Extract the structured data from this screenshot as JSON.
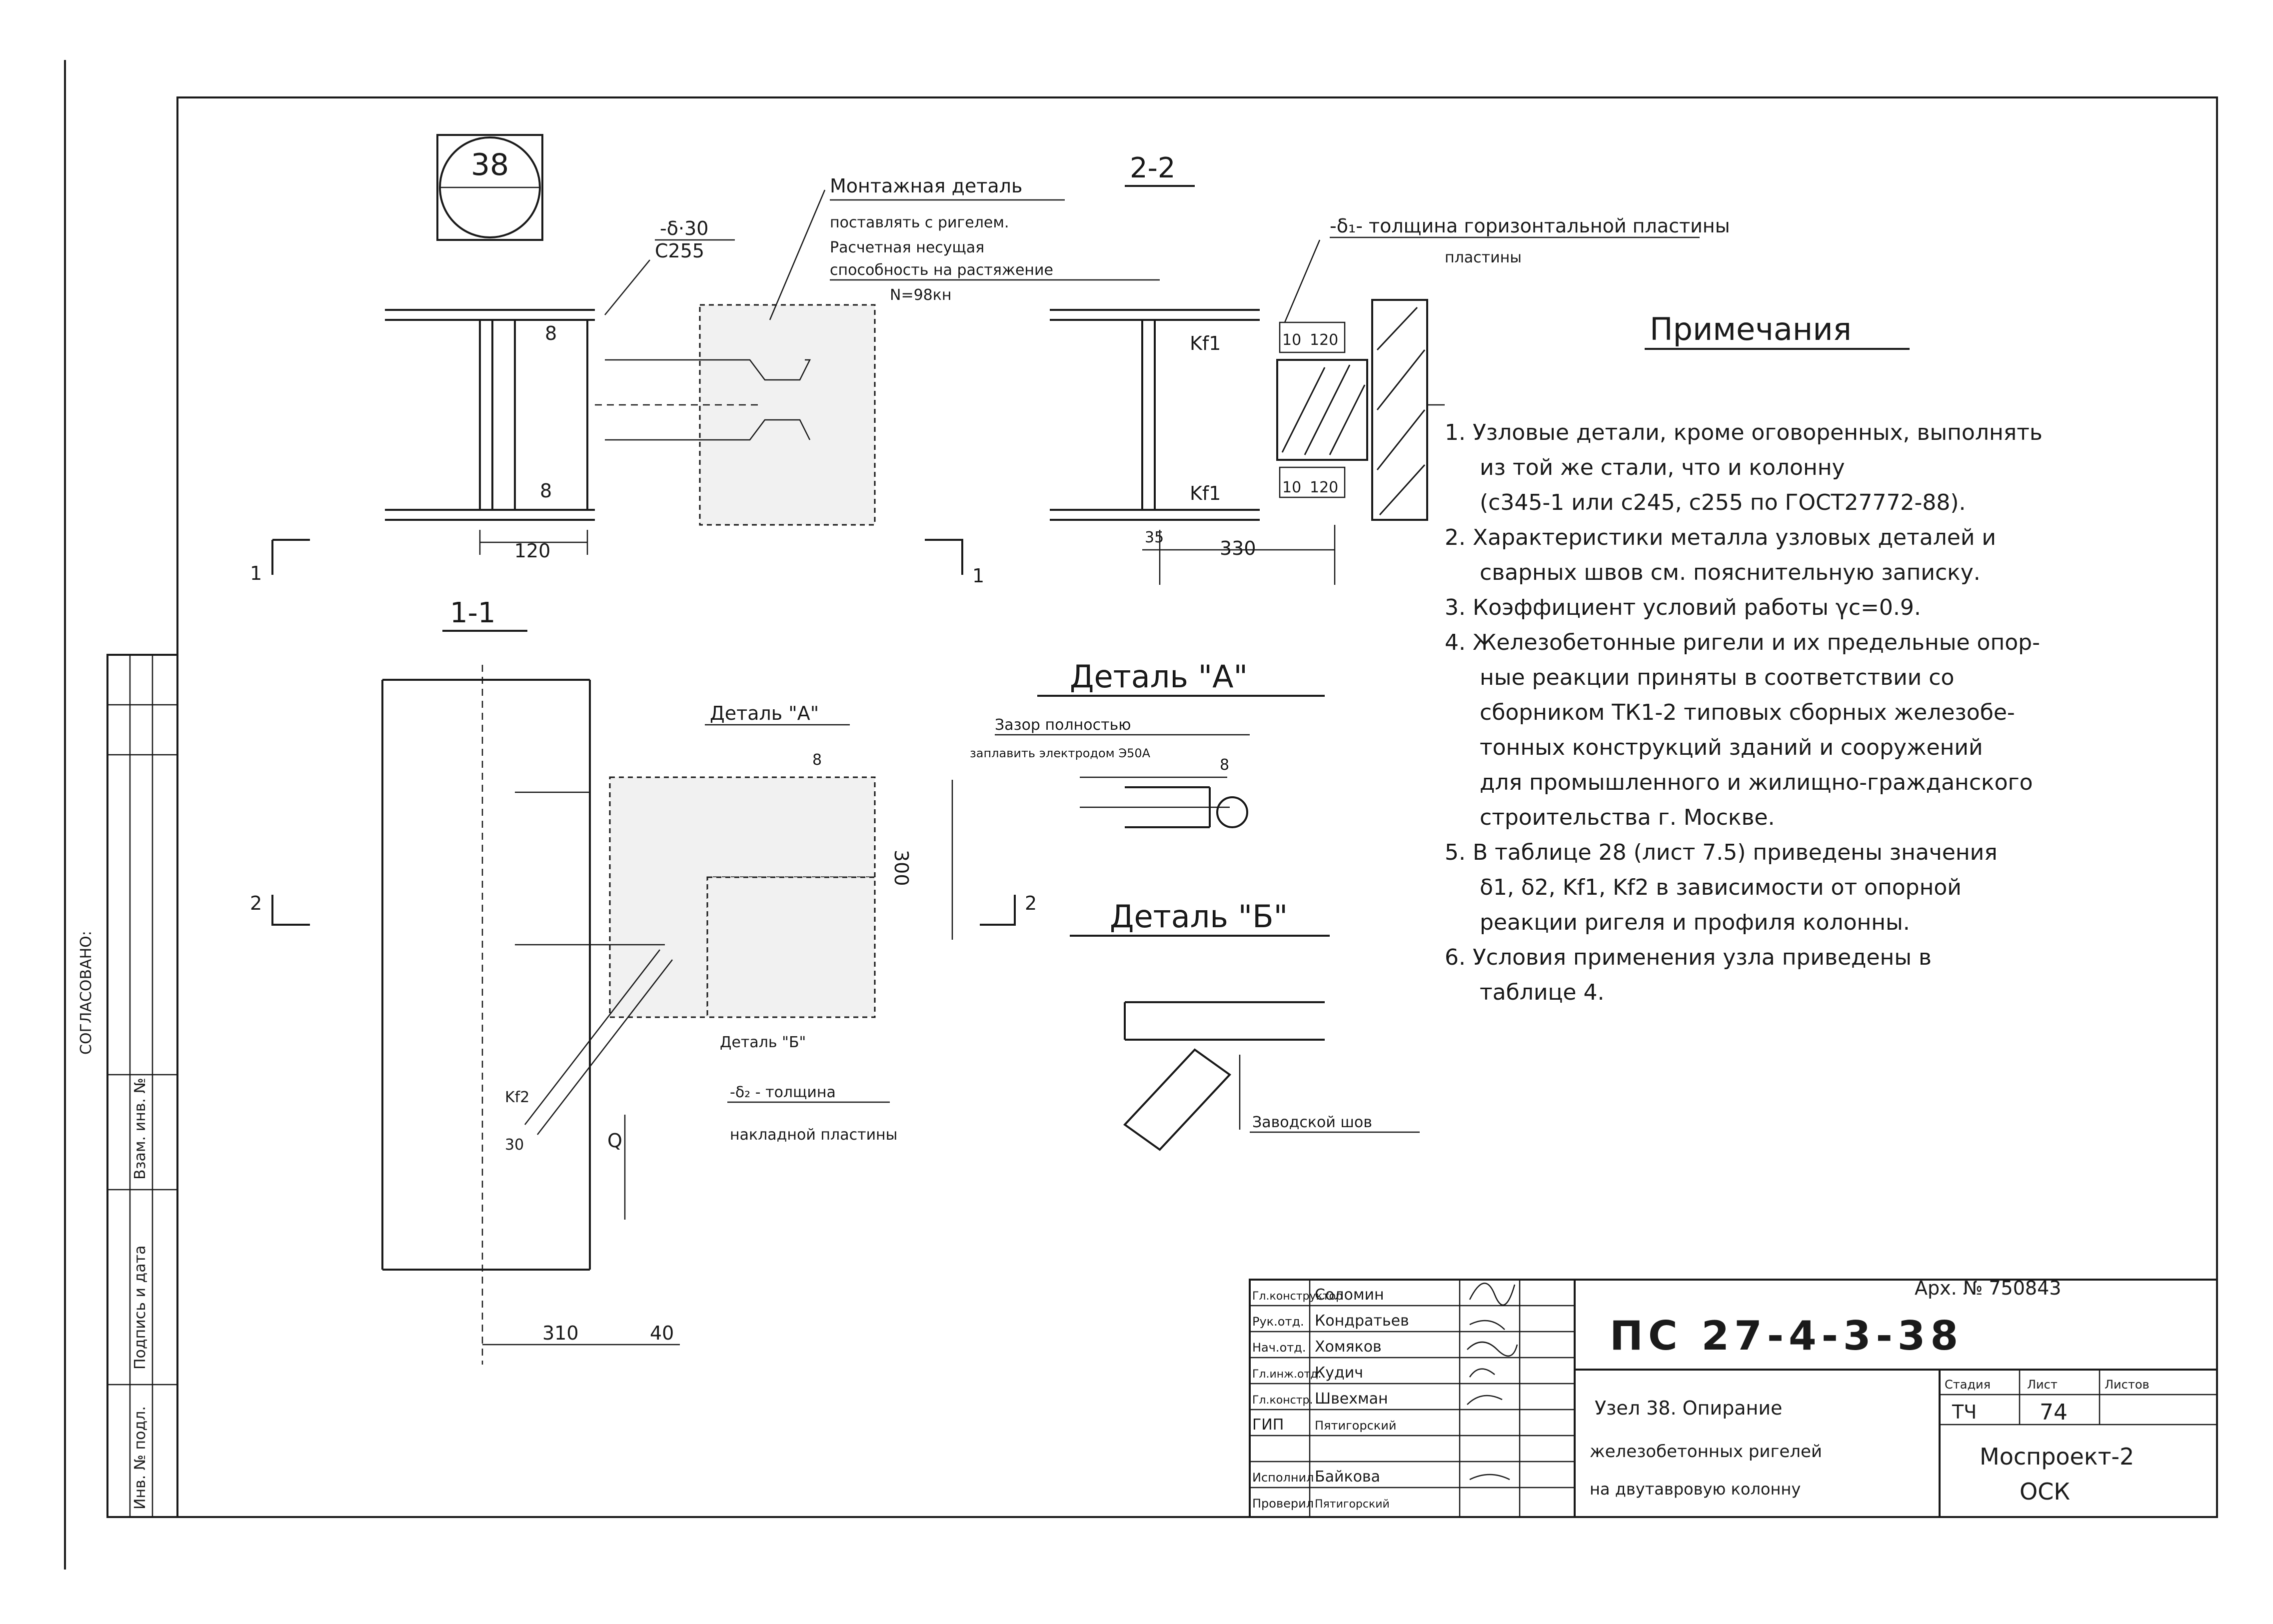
{
  "node_marker": "38",
  "section_2_2": {
    "title": "2-2",
    "plate_label": "-δ₁- толщина горизонтальной пластины",
    "plate_label_line2": "пластины",
    "k_top": "Kf1",
    "k_bottom": "Kf1",
    "dim_10_top": "10",
    "dim_120_top": "120",
    "dim_10_bottom": "10",
    "dim_120_bottom": "120",
    "dim_35": "35",
    "dim_330": "330"
  },
  "section_left": {
    "thickness_label": "-δ·30",
    "steel_label": "С255",
    "weld_top": "8",
    "weld_bottom": "8",
    "dim_120": "120",
    "mount_note_1": "Монтажная деталь",
    "mount_note_2": "поставлять с ригелем.",
    "mount_note_3": "Расчетная несущая",
    "mount_note_4": "способность на растяжение",
    "mount_note_5": "N=98кн"
  },
  "cut_marks": {
    "cut1_left": "1",
    "cut1_right": "1",
    "cut2_left": "2",
    "cut2_right": "2"
  },
  "section_1_1": {
    "title": "1-1",
    "detail_a_ref": "Деталь \"А\"",
    "detail_b_ref": "Деталь \"Б\"",
    "dim_8": "8",
    "dim_300": "300",
    "kf2": "Kf2",
    "dim_30": "30",
    "q_label": "Q",
    "dim_310": "310",
    "dim_40": "40",
    "plate2_label_1": "-δ₂ - толщина",
    "plate2_label_2": "накладной пластины"
  },
  "detail_a": {
    "title": "Деталь \"А\"",
    "gap_note_1": "Зазор полностью",
    "gap_note_2": "заплавить электродом Э50А",
    "dim_8": "8"
  },
  "detail_b": {
    "title": "Деталь \"Б\"",
    "weld_note": "Заводской шов"
  },
  "notes": {
    "title": "Примечания",
    "items": [
      "1. Узловые детали, кроме оговоренных, выполнять",
      "из той же стали, что и колонну",
      "(с345-1 или с245, с255 по ГОСТ27772-88).",
      "2. Характеристики металла узловых деталей и",
      "сварных швов см. пояснительную записку.",
      "3. Коэффициент условий работы γc=0.9.",
      "4. Железобетонные ригели и их предельные опор-",
      "ные реакции приняты в соответствии со",
      "сборником ТК1-2 типовых сборных железобе-",
      "тонных конструкций зданий и сооружений",
      "для промышленного и жилищно-гражданского",
      "строительства г. Москве.",
      "5. В таблице 28 (лист 7.5) приведены значения",
      "δ1, δ2, Kf1, Kf2 в зависимости от опорной",
      "реакции ригеля и профиля колонны.",
      "6. Условия применения узла приведены в",
      "таблице 4."
    ]
  },
  "side_stamp": {
    "agreed": "СОГЛАСОВАНО:",
    "col1": "Взам. инв. №",
    "col2": "Подпись и дата",
    "col3": "Инв. № подл."
  },
  "title_block": {
    "archive_no": "Арх. № 750843",
    "doc_code": "ПС 27-4-3-38",
    "roles": [
      {
        "role": "Гл.конструктор",
        "name": "Соломин"
      },
      {
        "role": "Рук.отд.",
        "name": "Кондратьев"
      },
      {
        "role": "Нач.отд.",
        "name": "Хомяков"
      },
      {
        "role": "Гл.инж.отд.",
        "name": "Кудич"
      },
      {
        "role": "Гл.констр.",
        "name": "Швехман"
      },
      {
        "role": "ГИП",
        "name": "Пятигорский"
      },
      {
        "role": "",
        "name": ""
      },
      {
        "role": "Исполнил",
        "name": "Байкова"
      },
      {
        "role": "Проверил",
        "name": "Пятигорский"
      }
    ],
    "desc_1": "Узел 38. Опирание",
    "desc_2": "железобетонных ригелей",
    "desc_3": "на двутавровую колонну",
    "stage_head": "Стадия",
    "sheet_head": "Лист",
    "sheets_head": "Листов",
    "stage": "ТЧ",
    "sheet": "74",
    "sheets": "",
    "org_1": "Моспроект-2",
    "org_2": "ОСК"
  }
}
